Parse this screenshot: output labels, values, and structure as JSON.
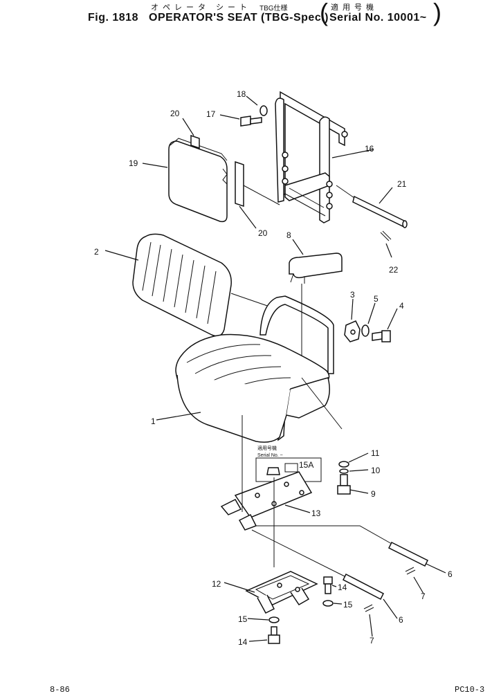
{
  "header": {
    "jp_title": "オペレータ シート",
    "jp_spec": "TBG仕様",
    "jp_serial": "適用号機",
    "fig": "Fig. 1818",
    "title": "OPERATOR'S SEAT (TBG-Spec.)",
    "serial": "Serial No. 10001~"
  },
  "inset": {
    "jp": "適用号機",
    "serial": "Serial No. ~"
  },
  "callouts": [
    "1",
    "2",
    "3",
    "4",
    "5",
    "6",
    "6",
    "7",
    "7",
    "8",
    "9",
    "10",
    "11",
    "12",
    "13",
    "14",
    "14",
    "15",
    "15",
    "15A",
    "16",
    "17",
    "18",
    "19",
    "20",
    "20",
    "21",
    "22"
  ],
  "footer": {
    "left": "8-86",
    "right": "PC10-3"
  }
}
